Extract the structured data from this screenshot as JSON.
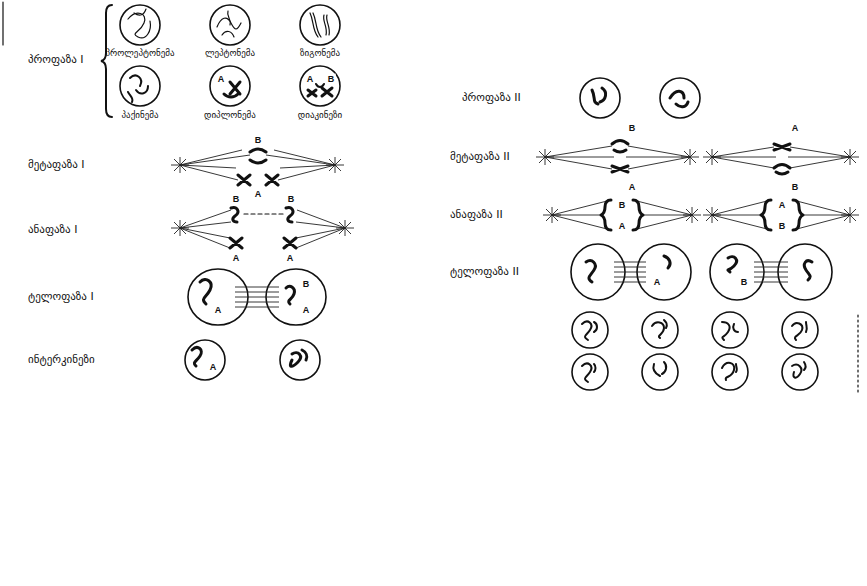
{
  "diagram": {
    "labels": [
      "პროფაზა I",
      "პროლეპტონემა",
      "ლეპტონემა",
      "ზიგონემა",
      "პაქინემა",
      "დიპლონემა",
      "დიაკინეზი",
      "A",
      "A",
      "B",
      "მეტაფაზა I",
      "B",
      "A",
      "ანაფაზა I",
      "B",
      "B",
      "A",
      "A",
      "ტელოფაზა I",
      "A",
      "B",
      "A",
      "ინტერკინეზი",
      "A",
      "პროფაზა II",
      "მეტაფაზა II",
      "B",
      "A",
      "A",
      "B",
      "ანაფაზა II",
      "B",
      "A",
      "A",
      "B",
      "ტელოფაზა II",
      "A",
      "B"
    ]
  }
}
